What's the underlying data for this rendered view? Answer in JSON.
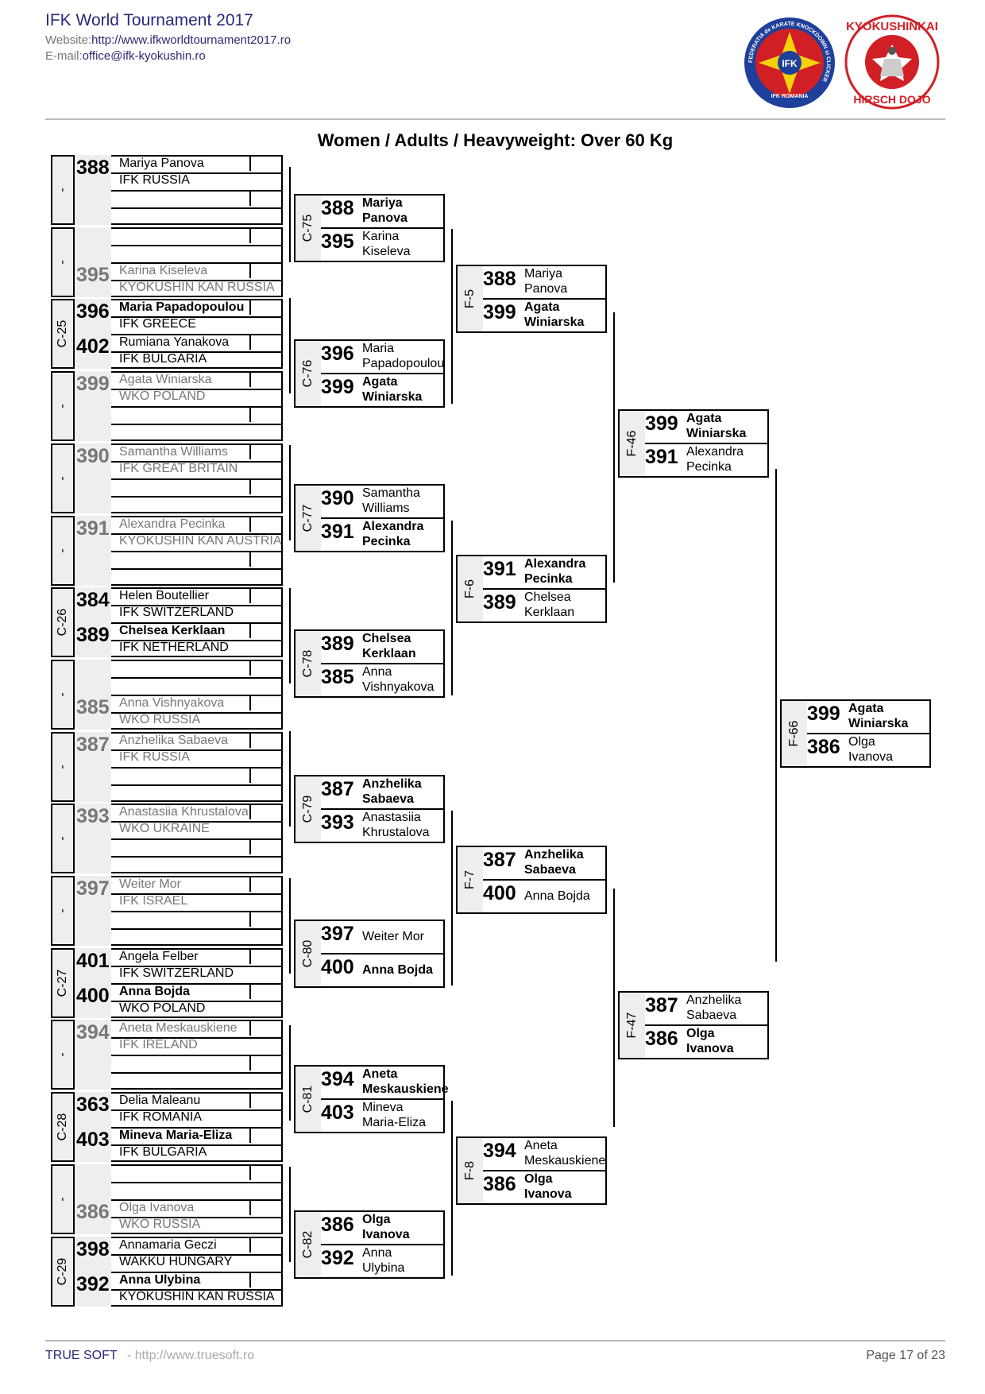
{
  "header": {
    "title": "IFK World Tournament 2017",
    "website_label": "Website:",
    "website_url": "http://www.ifkworldtournament2017.ro",
    "email_label": "E-mail:",
    "email": "office@ifk-kyokushin.ro"
  },
  "logos": {
    "ifk_ring_text": "FEDERATIA de KARATE KNOCKDOWN si CLICKER",
    "ifk_center": "IFK",
    "ifk_bottom": "IFK ROMANIA",
    "dojo_top": "KYOKUSHINKAI",
    "dojo_bottom": "HIRSCH DOJO"
  },
  "category_title": "Women / Adults / Heavyweight: Over 60 Kg",
  "colors": {
    "gray_text": "#777777",
    "title_blue": "#2a2a7a",
    "strip_bg": "#eeeeee"
  },
  "round1": [
    {
      "label": "-",
      "top": {
        "num": "388",
        "name": "Mariya Panova",
        "club": "IFK RUSSIA",
        "dim": false
      },
      "bottom": {
        "num": "",
        "name": "",
        "club": ""
      }
    },
    {
      "label": "-",
      "top": {
        "num": "",
        "name": "",
        "club": ""
      },
      "bottom": {
        "num": "395",
        "name": "Karina Kiseleva",
        "club": "KYOKUSHIN KAN RUSSIA",
        "dim": true
      }
    },
    {
      "label": "C-25",
      "top": {
        "num": "396",
        "name": "Maria Papadopoulou",
        "club": "IFK GREECE",
        "win": true
      },
      "bottom": {
        "num": "402",
        "name": "Rumiana Yanakova",
        "club": "IFK BULGARIA"
      }
    },
    {
      "label": "-",
      "top": {
        "num": "399",
        "name": "Agata Winiarska",
        "club": "WKO POLAND",
        "dim": true
      },
      "bottom": {
        "num": "",
        "name": "",
        "club": ""
      }
    },
    {
      "label": "-",
      "top": {
        "num": "390",
        "name": "Samantha Williams",
        "club": "IFK GREAT BRITAIN",
        "dim": true
      },
      "bottom": {
        "num": "",
        "name": "",
        "club": ""
      }
    },
    {
      "label": "-",
      "top": {
        "num": "391",
        "name": "Alexandra Pecinka",
        "club": "KYOKUSHIN KAN AUSTRIA",
        "dim": true
      },
      "bottom": {
        "num": "",
        "name": "",
        "club": ""
      }
    },
    {
      "label": "C-26",
      "top": {
        "num": "384",
        "name": "Helen Boutellier",
        "club": "IFK SWITZERLAND"
      },
      "bottom": {
        "num": "389",
        "name": "Chelsea Kerklaan",
        "club": "IFK NETHERLAND",
        "win": true
      }
    },
    {
      "label": "-",
      "top": {
        "num": "",
        "name": "",
        "club": ""
      },
      "bottom": {
        "num": "385",
        "name": "Anna Vishnyakova",
        "club": "WKO RUSSIA",
        "dim": true
      }
    },
    {
      "label": "-",
      "top": {
        "num": "387",
        "name": "Anzhelika Sabaeva",
        "club": "IFK RUSSIA",
        "dim": true
      },
      "bottom": {
        "num": "",
        "name": "",
        "club": ""
      }
    },
    {
      "label": "-",
      "top": {
        "num": "393",
        "name": "Anastasiia Khrustalova",
        "club": "WKO UKRAINE",
        "dim": true
      },
      "bottom": {
        "num": "",
        "name": "",
        "club": ""
      }
    },
    {
      "label": "-",
      "top": {
        "num": "397",
        "name": "Weiter Mor",
        "club": "IFK ISRAEL",
        "dim": true
      },
      "bottom": {
        "num": "",
        "name": "",
        "club": ""
      }
    },
    {
      "label": "C-27",
      "top": {
        "num": "401",
        "name": "Angela Felber",
        "club": "IFK SWITZERLAND"
      },
      "bottom": {
        "num": "400",
        "name": "Anna Bojda",
        "club": "WKO POLAND",
        "win": true
      }
    },
    {
      "label": "-",
      "top": {
        "num": "394",
        "name": "Aneta Meskauskiene",
        "club": "IFK IRELAND",
        "dim": true
      },
      "bottom": {
        "num": "",
        "name": "",
        "club": ""
      }
    },
    {
      "label": "C-28",
      "top": {
        "num": "363",
        "name": "Delia Maleanu",
        "club": "IFK ROMANIA"
      },
      "bottom": {
        "num": "403",
        "name": "Mineva Maria-Eliza",
        "club": "IFK BULGARIA",
        "win": true
      }
    },
    {
      "label": "-",
      "top": {
        "num": "",
        "name": "",
        "club": ""
      },
      "bottom": {
        "num": "386",
        "name": "Olga Ivanova",
        "club": "WKO RUSSIA",
        "dim": true
      }
    },
    {
      "label": "C-29",
      "top": {
        "num": "398",
        "name": "Annamaria Geczi",
        "club": "WAKKU HUNGARY"
      },
      "bottom": {
        "num": "392",
        "name": "Anna Ulybina",
        "club": "KYOKUSHIN KAN RUSSIA",
        "win": true
      }
    }
  ],
  "matches": [
    {
      "label": "C-75",
      "a": {
        "num": "388",
        "l1": "Mariya",
        "l2": "Panova",
        "bold": true
      },
      "b": {
        "num": "395",
        "l1": "Karina",
        "l2": "Kiseleva",
        "bold": false
      }
    },
    {
      "label": "C-76",
      "a": {
        "num": "396",
        "l1": "Maria",
        "l2": "Papadopoulou",
        "bold": false
      },
      "b": {
        "num": "399",
        "l1": "Agata",
        "l2": "Winiarska",
        "bold": true
      }
    },
    {
      "label": "C-77",
      "a": {
        "num": "390",
        "l1": "Samantha",
        "l2": "Williams",
        "bold": false
      },
      "b": {
        "num": "391",
        "l1": "Alexandra",
        "l2": "Pecinka",
        "bold": true
      }
    },
    {
      "label": "C-78",
      "a": {
        "num": "389",
        "l1": "Chelsea",
        "l2": "Kerklaan",
        "bold": true
      },
      "b": {
        "num": "385",
        "l1": "Anna",
        "l2": "Vishnyakova",
        "bold": false
      }
    },
    {
      "label": "C-79",
      "a": {
        "num": "387",
        "l1": "Anzhelika",
        "l2": "Sabaeva",
        "bold": true
      },
      "b": {
        "num": "393",
        "l1": "Anastasiia",
        "l2": "Khrustalova",
        "bold": false
      }
    },
    {
      "label": "C-80",
      "a": {
        "num": "397",
        "l1": "Weiter Mor",
        "l2": "",
        "bold": false
      },
      "b": {
        "num": "400",
        "l1": "Anna Bojda",
        "l2": "",
        "bold": true
      }
    },
    {
      "label": "C-81",
      "a": {
        "num": "394",
        "l1": "Aneta",
        "l2": "Meskauskiene",
        "bold": true
      },
      "b": {
        "num": "403",
        "l1": "Mineva",
        "l2": "Maria-Eliza",
        "bold": false
      }
    },
    {
      "label": "C-82",
      "a": {
        "num": "386",
        "l1": "Olga",
        "l2": "Ivanova",
        "bold": true
      },
      "b": {
        "num": "392",
        "l1": "Anna",
        "l2": "Ulybina",
        "bold": false
      }
    },
    {
      "label": "F-5",
      "a": {
        "num": "388",
        "l1": "Mariya",
        "l2": "Panova",
        "bold": false
      },
      "b": {
        "num": "399",
        "l1": "Agata",
        "l2": "Winiarska",
        "bold": true
      }
    },
    {
      "label": "F-6",
      "a": {
        "num": "391",
        "l1": "Alexandra",
        "l2": "Pecinka",
        "bold": true
      },
      "b": {
        "num": "389",
        "l1": "Chelsea",
        "l2": "Kerklaan",
        "bold": false
      }
    },
    {
      "label": "F-7",
      "a": {
        "num": "387",
        "l1": "Anzhelika",
        "l2": "Sabaeva",
        "bold": true
      },
      "b": {
        "num": "400",
        "l1": "Anna Bojda",
        "l2": "",
        "bold": false
      }
    },
    {
      "label": "F-8",
      "a": {
        "num": "394",
        "l1": "Aneta",
        "l2": "Meskauskiene",
        "bold": false
      },
      "b": {
        "num": "386",
        "l1": "Olga",
        "l2": "Ivanova",
        "bold": true
      }
    },
    {
      "label": "F-46",
      "a": {
        "num": "399",
        "l1": "Agata",
        "l2": "Winiarska",
        "bold": true
      },
      "b": {
        "num": "391",
        "l1": "Alexandra",
        "l2": "Pecinka",
        "bold": false
      }
    },
    {
      "label": "F-47",
      "a": {
        "num": "387",
        "l1": "Anzhelika",
        "l2": "Sabaeva",
        "bold": false
      },
      "b": {
        "num": "386",
        "l1": "Olga",
        "l2": "Ivanova",
        "bold": true
      }
    },
    {
      "label": "F-66",
      "a": {
        "num": "399",
        "l1": "Agata",
        "l2": "Winiarska",
        "bold": true
      },
      "b": {
        "num": "386",
        "l1": "Olga",
        "l2": "Ivanova",
        "bold": false
      }
    }
  ],
  "footer": {
    "brand": "TRUE SOFT",
    "url": " - http://www.truesoft.ro",
    "page": "Page 17 of 23"
  }
}
